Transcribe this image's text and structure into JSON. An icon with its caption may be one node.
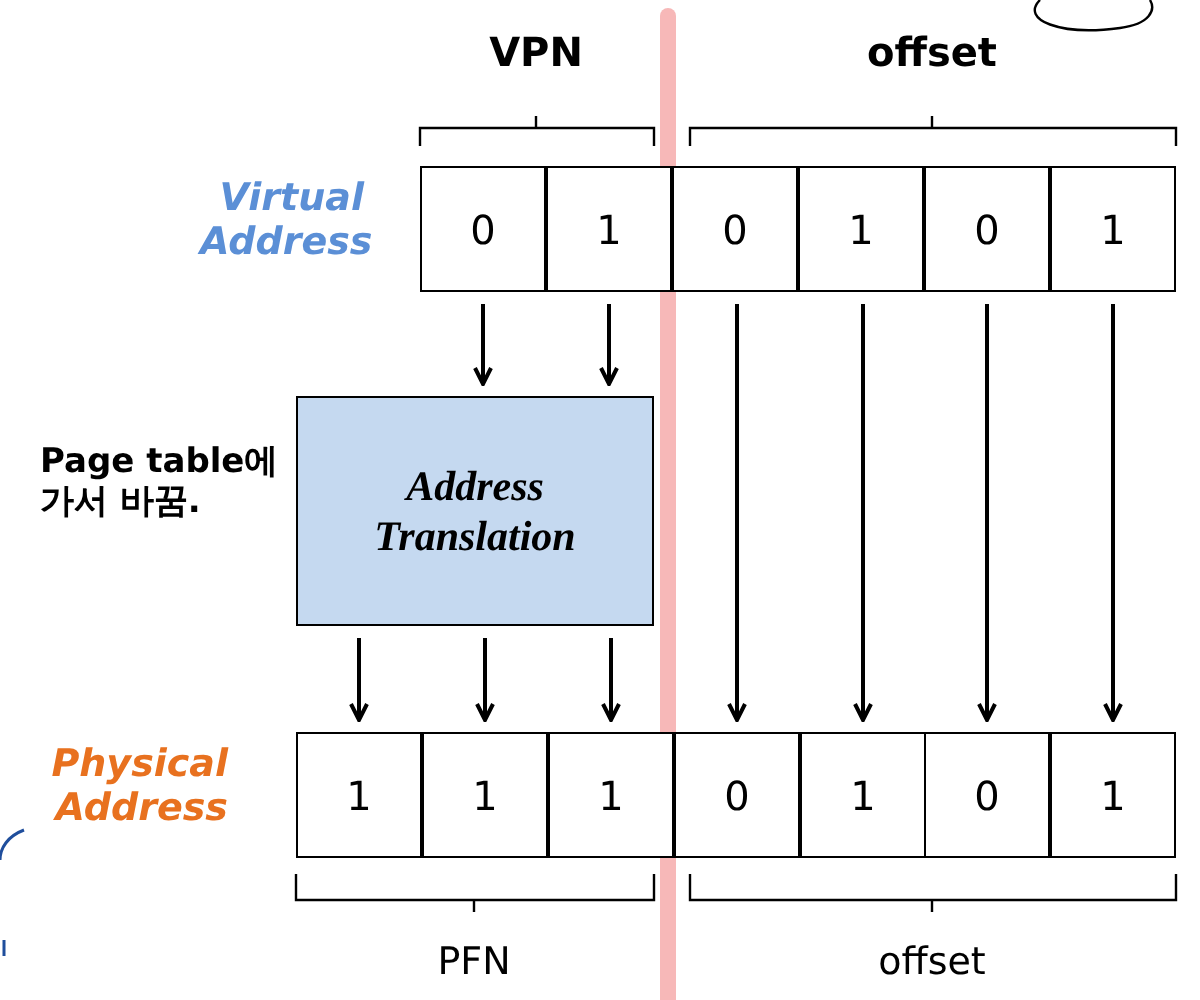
{
  "diagram": {
    "nodes": [
      {
        "text": [
          "0"
        ]
      },
      {
        "text": [
          "1"
        ]
      },
      {
        "text": [
          "0"
        ]
      },
      {
        "text": [
          "1"
        ]
      },
      {
        "text": [
          "0"
        ]
      },
      {
        "text": [
          "1"
        ]
      },
      {
        "text": [
          "Address Translation"
        ]
      },
      {
        "text": [
          "1"
        ]
      },
      {
        "text": [
          "1"
        ]
      },
      {
        "text": [
          "1"
        ]
      },
      {
        "text": [
          "0"
        ]
      },
      {
        "text": [
          "1"
        ]
      },
      {
        "text": [
          "0"
        ]
      },
      {
        "text": [
          "1"
        ]
      }
    ],
    "edges": [
      {
        "from": 0,
        "to": 6,
        "arrow": "to"
      },
      {
        "from": 1,
        "to": 6,
        "arrow": "to"
      },
      {
        "from": 6,
        "to": 7,
        "arrow": "to"
      },
      {
        "from": 6,
        "to": 8,
        "arrow": "to"
      },
      {
        "from": 6,
        "to": 9,
        "arrow": "to"
      },
      {
        "from": 2,
        "to": 10,
        "arrow": "to"
      },
      {
        "from": 3,
        "to": 11,
        "arrow": "to"
      },
      {
        "from": 4,
        "to": 12,
        "arrow": "to"
      },
      {
        "from": 5,
        "to": 13,
        "arrow": "to"
      }
    ],
    "labels": [
      "VPN",
      "offset",
      "Virtual Address",
      "Page table에 가서 바꿈.",
      "Physical Address",
      "PFN",
      "offset"
    ]
  }
}
